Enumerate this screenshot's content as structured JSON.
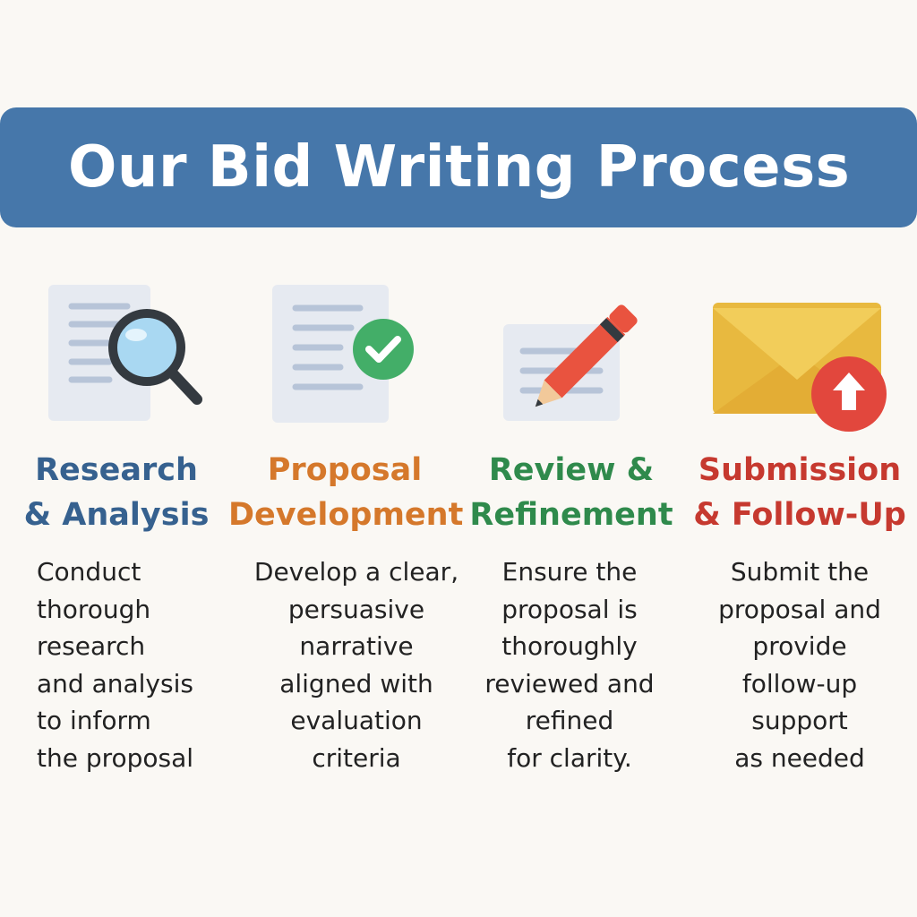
{
  "title": "Our Bid Writing Process",
  "colors": {
    "banner": "#4677aa",
    "background": "#faf8f4"
  },
  "steps": [
    {
      "icon": "document-magnifier-icon",
      "heading": [
        "Research",
        "& Analysis"
      ],
      "color": "#36618f",
      "body": [
        "Conduct",
        "thorough",
        "research",
        "and analysis",
        "to inform",
        "the proposal"
      ]
    },
    {
      "icon": "document-check-icon",
      "heading": [
        "Proposal",
        "Development"
      ],
      "color": "#d5782b",
      "body": [
        "Develop a clear,",
        "persuasive",
        "narrative",
        "aligned with",
        "evaluation",
        "criteria"
      ]
    },
    {
      "icon": "document-pencil-icon",
      "heading": [
        "Review &",
        "Refinement"
      ],
      "color": "#2f8a4c",
      "body": [
        "Ensure the",
        "proposal is",
        "thoroughly",
        "reviewed and",
        "refined",
        "for clarity."
      ]
    },
    {
      "icon": "envelope-upload-icon",
      "heading": [
        "Submission",
        "& Follow-Up"
      ],
      "color": "#c6392f",
      "body": [
        "Submit the",
        "proposal and",
        "provide",
        "follow-up",
        "support",
        "as needed"
      ]
    }
  ]
}
